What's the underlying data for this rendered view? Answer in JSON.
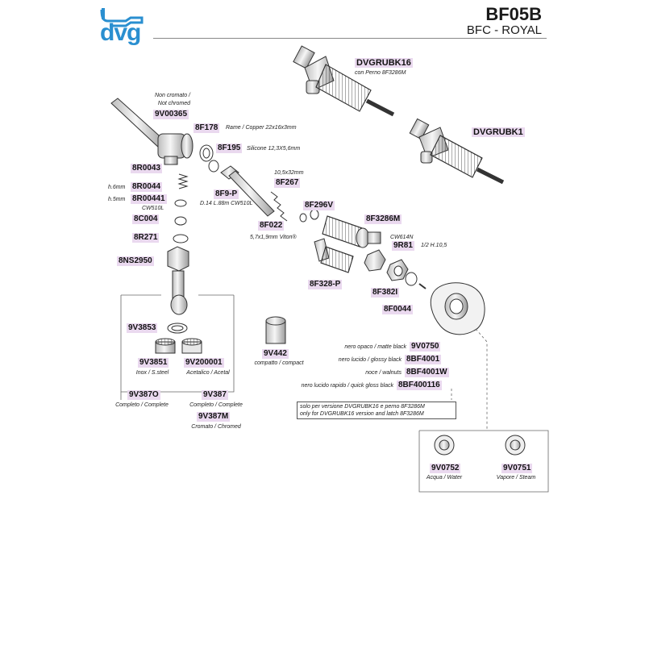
{
  "header": {
    "logo_text": "dvg",
    "code": "BF05B",
    "model": "BFC - ROYAL"
  },
  "colors": {
    "tag_bg": "#ead9ef",
    "logo_blue": "#2a8fd0",
    "line": "#555555"
  },
  "parts": [
    {
      "id": "dvgrubk16",
      "code": "DVGRUBK16",
      "notes": [
        "con Perno 8F3286M"
      ]
    },
    {
      "id": "dvgrubk1",
      "code": "DVGRUBK1",
      "notes": []
    },
    {
      "id": "9v00365",
      "code": "9V00365",
      "notes": [
        "Non cromato /",
        "Not chromed"
      ]
    },
    {
      "id": "8f178",
      "code": "8F178",
      "notes": [
        "Rame / Copper 22x16x3mm"
      ]
    },
    {
      "id": "8f195",
      "code": "8F195",
      "notes": [
        "Silicone 12,3X5,6mm"
      ]
    },
    {
      "id": "8r0043",
      "code": "8R0043",
      "notes": []
    },
    {
      "id": "8r0044",
      "code": "8R0044",
      "notes": [
        "h.6mm"
      ]
    },
    {
      "id": "8r00441",
      "code": "8R00441",
      "notes": [
        "h.5mm",
        "CW510L"
      ]
    },
    {
      "id": "8f9p",
      "code": "8F9-P",
      "notes": [
        "D.14 L.88m CW510L"
      ]
    },
    {
      "id": "8f267",
      "code": "8F267",
      "notes": [
        "10,5x32mm"
      ]
    },
    {
      "id": "8f296v",
      "code": "8F296V",
      "notes": []
    },
    {
      "id": "8c004",
      "code": "8C004",
      "notes": []
    },
    {
      "id": "8f022",
      "code": "8F022",
      "notes": [
        "5,7x1,9mm Viton®"
      ]
    },
    {
      "id": "8f3286m",
      "code": "8F3286M",
      "notes": []
    },
    {
      "id": "8r271",
      "code": "8R271",
      "notes": []
    },
    {
      "id": "9r81",
      "code": "9R81",
      "notes": [
        "CW614N",
        "1/2 H.10,5"
      ]
    },
    {
      "id": "8ns2950",
      "code": "8NS2950",
      "notes": []
    },
    {
      "id": "8f328p",
      "code": "8F328-P",
      "notes": []
    },
    {
      "id": "8f382i",
      "code": "8F382I",
      "notes": []
    },
    {
      "id": "8f0044",
      "code": "8F0044",
      "notes": []
    },
    {
      "id": "9v3853",
      "code": "9V3853",
      "notes": []
    },
    {
      "id": "9v3851",
      "code": "9V3851",
      "notes": [
        "Inox / S.steel"
      ]
    },
    {
      "id": "9v200001",
      "code": "9V200001",
      "notes": [
        "Acetalico / Acetal"
      ]
    },
    {
      "id": "9v442",
      "code": "9V442",
      "notes": [
        "compatto / compact"
      ]
    },
    {
      "id": "9v387o",
      "code": "9V387O",
      "notes": [
        "Completo / Complete"
      ]
    },
    {
      "id": "9v387",
      "code": "9V387",
      "notes": [
        "Completo / Complete"
      ]
    },
    {
      "id": "9v387m",
      "code": "9V387M",
      "notes": [
        "Cromato / Chromed"
      ]
    },
    {
      "id": "9v0752",
      "code": "9V0752",
      "notes": [
        "Acqua / Water"
      ]
    },
    {
      "id": "9v0751",
      "code": "9V0751",
      "notes": [
        "Vapore / Steam"
      ]
    }
  ],
  "knob_variants": [
    {
      "label": "nero opaco / matte black",
      "code": "9V0750"
    },
    {
      "label": "nero lucido / glossy black",
      "code": "8BF4001"
    },
    {
      "label": "noce / walnuts",
      "code": "8BF4001W"
    },
    {
      "label": "nero lucido rapido / quick gloss black",
      "code": "8BF400116"
    }
  ],
  "version_note": [
    "solo per versione DVGRUBK16 e perno 8F3286M",
    "only for DVGRUBK16 version and latch 8F3286M"
  ]
}
